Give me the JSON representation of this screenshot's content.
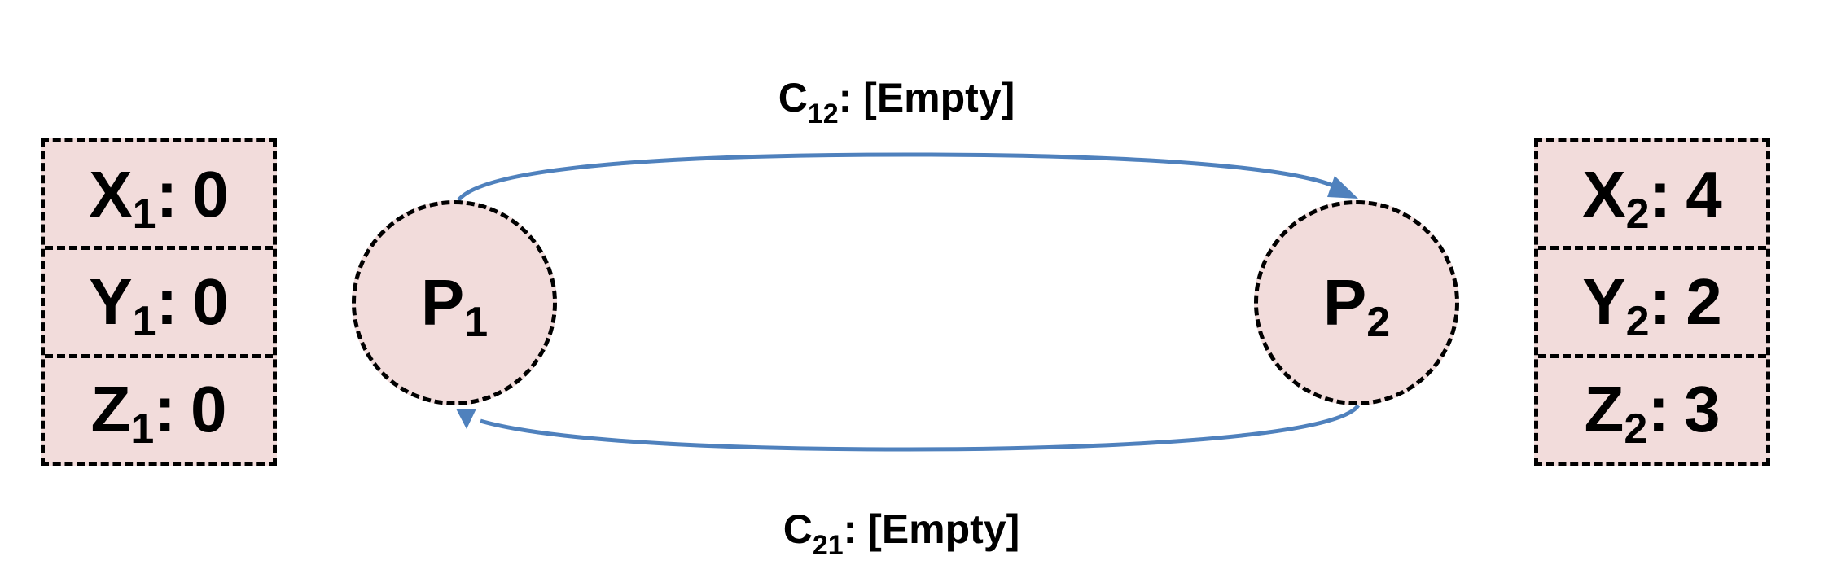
{
  "left_state": {
    "rows": [
      {
        "var": "X",
        "sub": "1",
        "sep": ":",
        "value": "0"
      },
      {
        "var": "Y",
        "sub": "1",
        "sep": ":",
        "value": "0"
      },
      {
        "var": "Z",
        "sub": "1",
        "sep": ":",
        "value": "0"
      }
    ]
  },
  "right_state": {
    "rows": [
      {
        "var": "X",
        "sub": "2",
        "sep": ":",
        "value": "4"
      },
      {
        "var": "Y",
        "sub": "2",
        "sep": ":",
        "value": "2"
      },
      {
        "var": "Z",
        "sub": "2",
        "sep": ":",
        "value": "3"
      }
    ]
  },
  "processes": [
    {
      "letter": "P",
      "sub": "1"
    },
    {
      "letter": "P",
      "sub": "2"
    }
  ],
  "channels": {
    "c12": {
      "letter": "C",
      "sub": "12",
      "text": ": [Empty]"
    },
    "c21": {
      "letter": "C",
      "sub": "21",
      "text": ": [Empty]"
    }
  },
  "colors": {
    "node_fill": "#f2dcdb",
    "border": "#000000",
    "arrow": "#4f81bd"
  }
}
